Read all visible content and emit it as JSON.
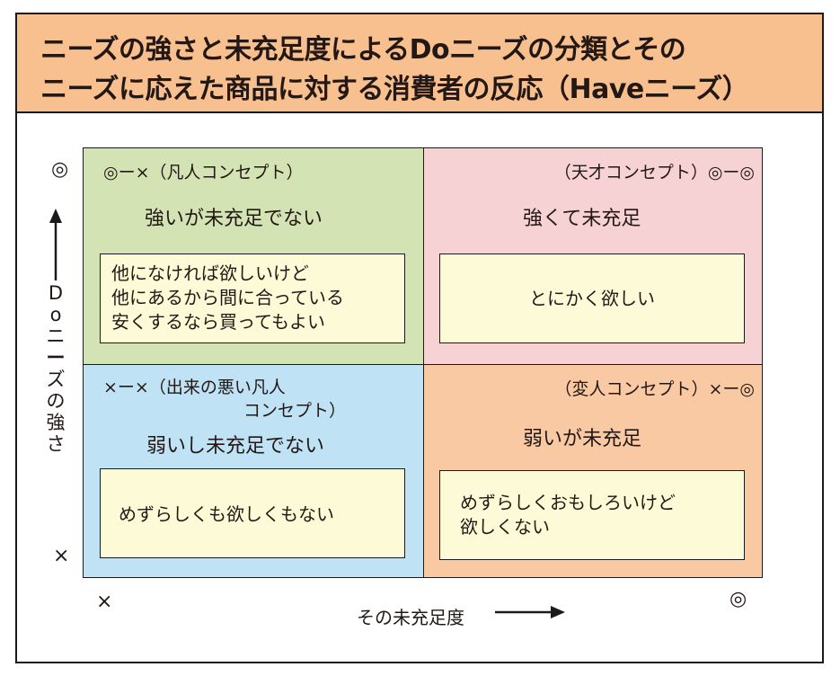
{
  "title": {
    "line1": "ニーズの強さと未充足度によるDoニーズの分類とその",
    "line2": "ニーズに応えた商品に対する消費者の反応（Haveニーズ）"
  },
  "quadrants": {
    "top_left": {
      "tag": "◎ー×（凡人コンセプト）",
      "title": "強いが未充足でない",
      "lines": [
        "他になければ欲しいけど",
        "他にあるから間に合っている",
        "安くするなら買ってもよい"
      ]
    },
    "top_right": {
      "tag": "（天才コンセプト）◎ー◎",
      "title": "強くて未充足",
      "lines": [
        "とにかく欲しい"
      ]
    },
    "bottom_left": {
      "tag_line1": "×ー×（出来の悪い凡人",
      "tag_line2": "コンセプト）",
      "title": "弱いし未充足でない",
      "lines": [
        "めずらしくも欲しくもない"
      ]
    },
    "bottom_right": {
      "tag": "（変人コンセプト）×ー◎",
      "title": "弱いが未充足",
      "lines": [
        "めずらしくおもしろいけど",
        "欲しくない"
      ]
    }
  },
  "axes": {
    "y_high": "◎",
    "y_low": "×",
    "y_label_chars": [
      "D",
      "o",
      "ニ",
      "ー",
      "ズ",
      "の",
      "強",
      "さ"
    ],
    "x_low": "×",
    "x_high": "◎",
    "x_label": "その未充足度"
  },
  "colors": {
    "header": "#f8c08e",
    "top_left": "#d3e3b3",
    "top_right": "#f7d2d4",
    "bottom_left": "#bfe2f5",
    "bottom_right": "#f8c9a3",
    "note_box": "#fdfbd7"
  }
}
